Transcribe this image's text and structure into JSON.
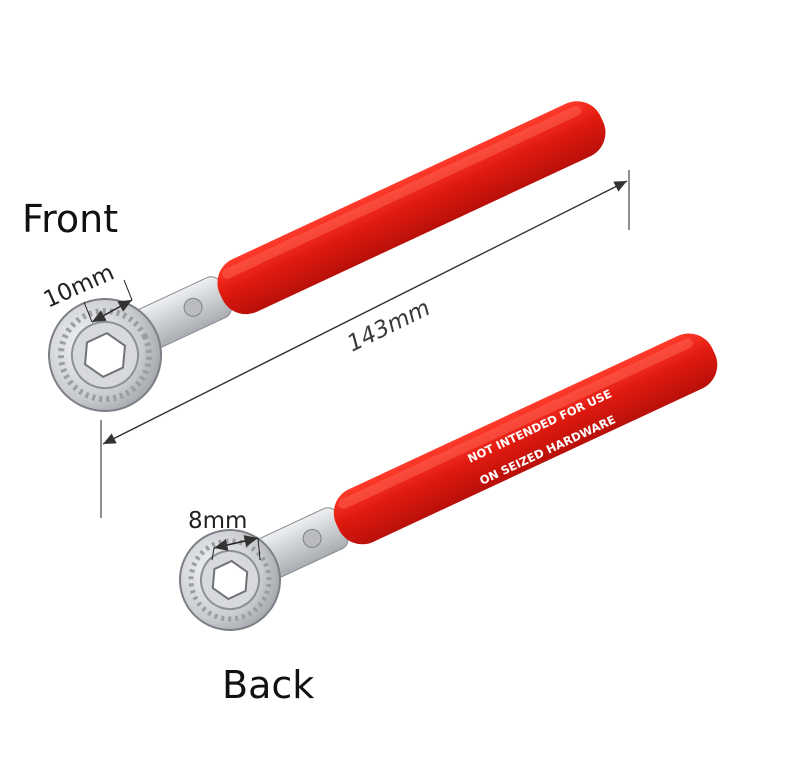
{
  "labels": {
    "front": "Front",
    "back": "Back"
  },
  "dimensions": {
    "length": "143mm",
    "front_opening": "10mm",
    "back_opening": "8mm"
  },
  "handle_text": {
    "line1": "NOT INTENDED FOR USE",
    "line2": "ON SEIZED HARDWARE"
  },
  "colors": {
    "handle": "#e01a0f",
    "metal": "#c9cbcf",
    "background": "#ffffff"
  }
}
